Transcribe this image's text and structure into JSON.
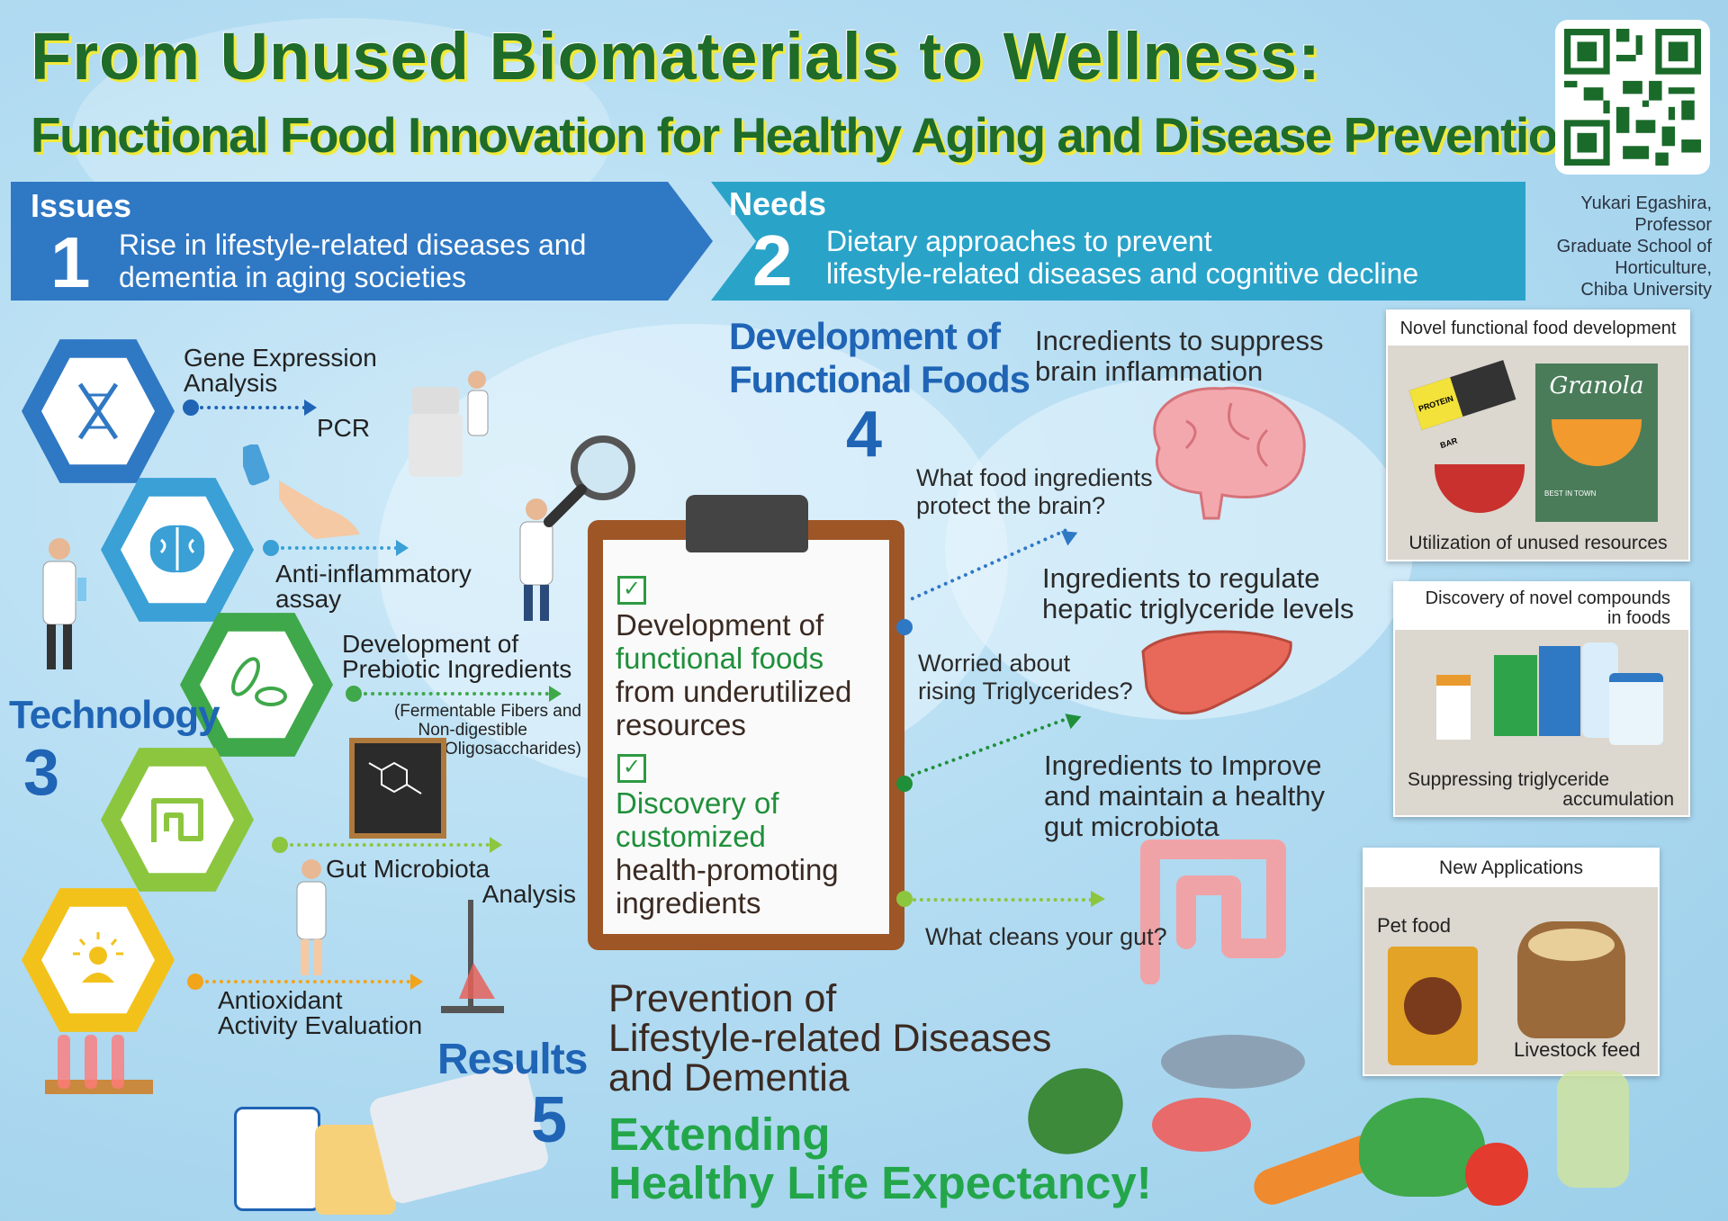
{
  "header": {
    "title": "From Unused Biomaterials to Wellness:",
    "subtitle": "Functional Food Innovation for Healthy Aging and Disease Prevention"
  },
  "author": {
    "line1": "Yukari Egashira,",
    "line2": "Professor",
    "line3": "Graduate School of",
    "line4": "Horticulture,",
    "line5": "Chiba University"
  },
  "issues": {
    "label": "Issues",
    "number": "1",
    "line1": "Rise in lifestyle-related diseases and",
    "line2": "dementia in aging societies"
  },
  "needs": {
    "label": "Needs",
    "number": "2",
    "line1": "Dietary approaches to prevent",
    "line2": "lifestyle-related diseases and cognitive decline"
  },
  "technology": {
    "label": "Technology",
    "number": "3",
    "items": {
      "gene_line1": "Gene Expression",
      "gene_line2": "Analysis",
      "pcr": "PCR",
      "anti_line1": "Anti-inflammatory",
      "anti_line2": "assay",
      "prebiotic_line1": "Development of",
      "prebiotic_line2": "Prebiotic Ingredients",
      "prebiotic_note1": "(Fermentable Fibers and",
      "prebiotic_note2": "Non-digestible",
      "prebiotic_note3": "Oligosaccharides)",
      "gut_line1": "Gut Microbiota",
      "gut_line2": "Analysis",
      "antiox_line1": "Antioxidant",
      "antiox_line2": "Activity Evaluation"
    },
    "hex_colors": [
      "#2f78c4",
      "#3aa0d6",
      "#3fa84a",
      "#8cc63f",
      "#f2c21b"
    ]
  },
  "development": {
    "line1": "Development of",
    "line2": "Functional Foods",
    "number": "4"
  },
  "clipboard": {
    "item1_line1": "Development of",
    "item1_line2": "functional foods",
    "item1_line3": "from underutilized",
    "item1_line4": "resources",
    "item2_line1": "Discovery of",
    "item2_line2": "customized",
    "item2_line3": "health-promoting",
    "item2_line4": "ingredients",
    "check_mark": "✓"
  },
  "targets": {
    "brain_line1": "Incredients to suppress",
    "brain_line2": "brain inflammation",
    "brain_q_line1": "What food ingredients",
    "brain_q_line2": "protect the brain?",
    "liver_line1": "Ingredients to regulate",
    "liver_line2": "hepatic triglyceride levels",
    "liver_q_line1": "Worried about",
    "liver_q_line2": "rising Triglycerides?",
    "gut_line1": "Ingredients to Improve",
    "gut_line2": "and maintain a healthy",
    "gut_line3": "gut microbiota",
    "gut_q": "What cleans your gut?"
  },
  "panels": {
    "p1_head": "Novel functional food development",
    "p1_foot": "Utilization of unused resources",
    "p1_granola": "Granola",
    "p1_bar": "PROTEIN BAR",
    "p1_badge": "BEST IN TOWN",
    "p2_head_line1": "Discovery of novel compounds",
    "p2_head_line2": "in foods",
    "p2_foot_line1": "Suppressing triglyceride",
    "p2_foot_line2": "accumulation",
    "p3_head": "New Applications",
    "p3_pet": "Pet food",
    "p3_feed": "Livestock feed"
  },
  "results": {
    "label": "Results",
    "number": "5",
    "line1": "Prevention of",
    "line2": "Lifestyle-related Diseases",
    "line3": "and Dementia",
    "green1": "Extending",
    "green2": "Healthy Life Expectancy!"
  },
  "colors": {
    "title_green": "#1e6b2a",
    "title_shadow": "#f2ea3a",
    "issues_blue": "#2f78c4",
    "needs_teal": "#2aa3c9",
    "accent_blue": "#1f64b5",
    "result_green": "#23a64a"
  }
}
